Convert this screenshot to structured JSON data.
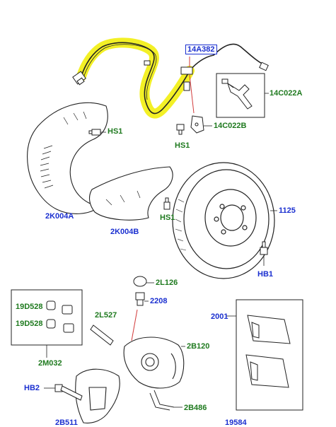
{
  "colors": {
    "green_label": "#1f7a1f",
    "blue_label": "#1a2fd0",
    "highlight": "#f2ef1a",
    "leader_red": "#d23a3a"
  },
  "callouts": {
    "sensor_wire": "14A382",
    "bracket_kit": "14C022A",
    "bracket_small": "14C022B",
    "hs1_top": "HS1",
    "hs1_left": "HS1",
    "shield_a": "2K004A",
    "shield_b": "2K004B",
    "hs1_mid": "HS1",
    "disc": "1125",
    "hb1": "HB1",
    "cap": "2L126",
    "bleed": "2208",
    "bush_a": "19D528",
    "bush_b": "19D528",
    "pin": "2L527",
    "caliper": "2B120",
    "kit": "2M032",
    "pads": "2001",
    "bolt_hb2": "HB2",
    "clip": "2B486",
    "carrier": "2B511",
    "bottom_right": "19584"
  }
}
